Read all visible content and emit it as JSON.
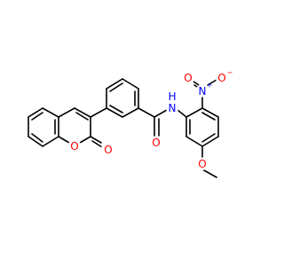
{
  "colors": {
    "bond": "#000000",
    "oxygen": "#ff0000",
    "nitrogen": "#0000ff",
    "background": "#ffffff"
  },
  "atoms": {
    "o_ring": {
      "label": "O",
      "element": "oxygen"
    },
    "o_lactone": {
      "label": "O",
      "element": "oxygen"
    },
    "o_amide": {
      "label": "O",
      "element": "oxygen"
    },
    "n_amide": {
      "label": "N",
      "element": "nitrogen"
    },
    "h_amide": {
      "label": "H",
      "element": "nitrogen"
    },
    "n_nitro": {
      "label": "N",
      "element": "nitrogen",
      "charge": "+"
    },
    "o_nitro_a": {
      "label": "O",
      "element": "oxygen",
      "charge": "−"
    },
    "o_nitro_b": {
      "label": "O",
      "element": "oxygen"
    },
    "o_methoxy": {
      "label": "O",
      "element": "oxygen"
    }
  }
}
